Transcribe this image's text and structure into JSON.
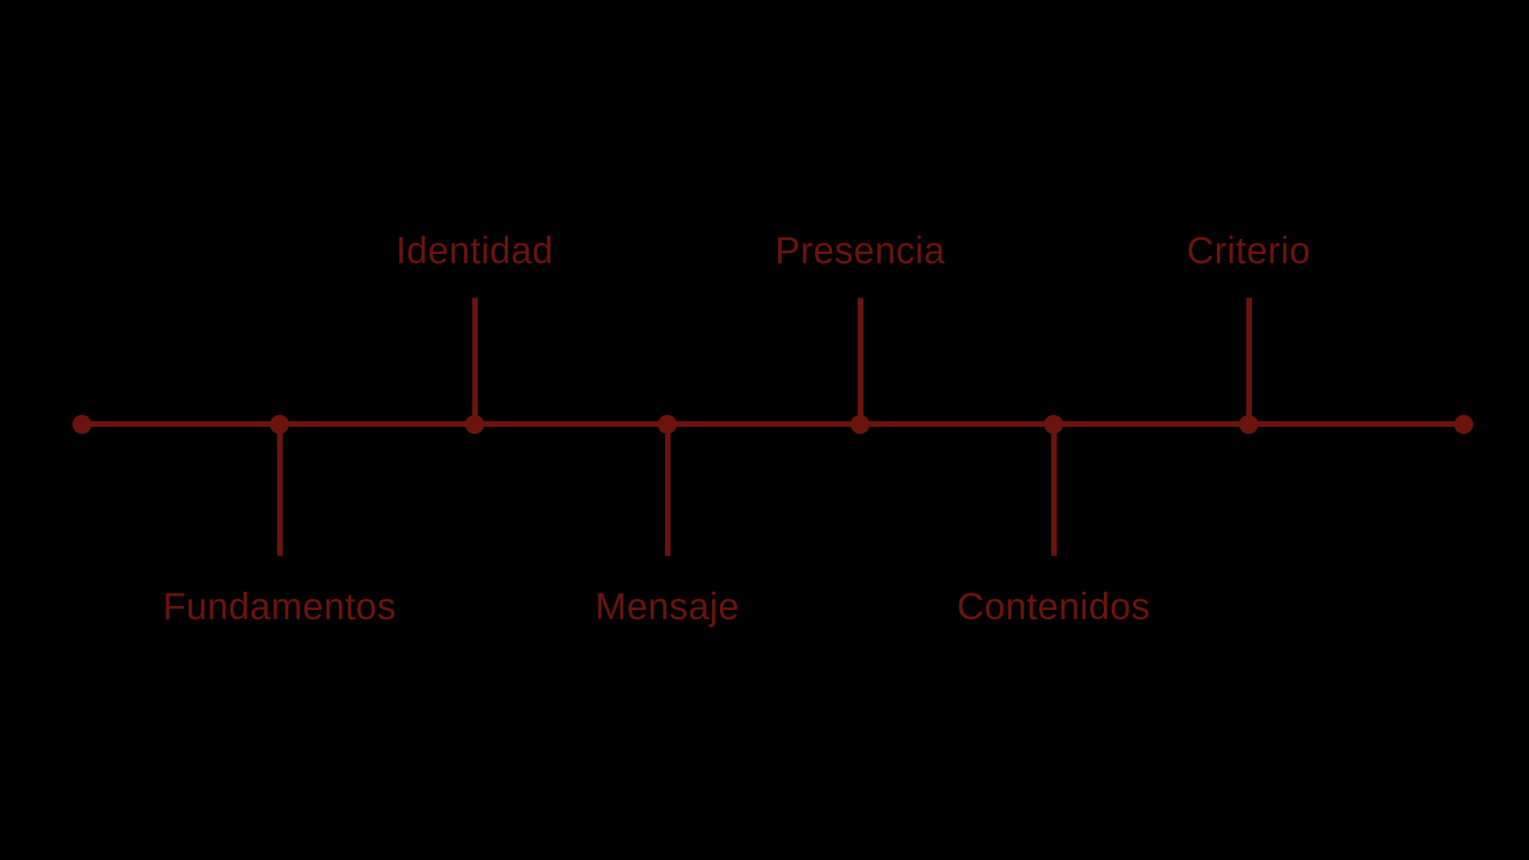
{
  "theme": {
    "background": "#000000",
    "accent": "#6b130d"
  },
  "timeline": {
    "type": "timeline-diagram",
    "orientation": "horizontal",
    "milestones": [
      {
        "label": "Fundamentos",
        "side": "bottom"
      },
      {
        "label": "Identidad",
        "side": "top"
      },
      {
        "label": "Mensaje",
        "side": "bottom"
      },
      {
        "label": "Presencia",
        "side": "top"
      },
      {
        "label": "Contenidos",
        "side": "bottom"
      },
      {
        "label": "Criterio",
        "side": "top"
      }
    ]
  }
}
